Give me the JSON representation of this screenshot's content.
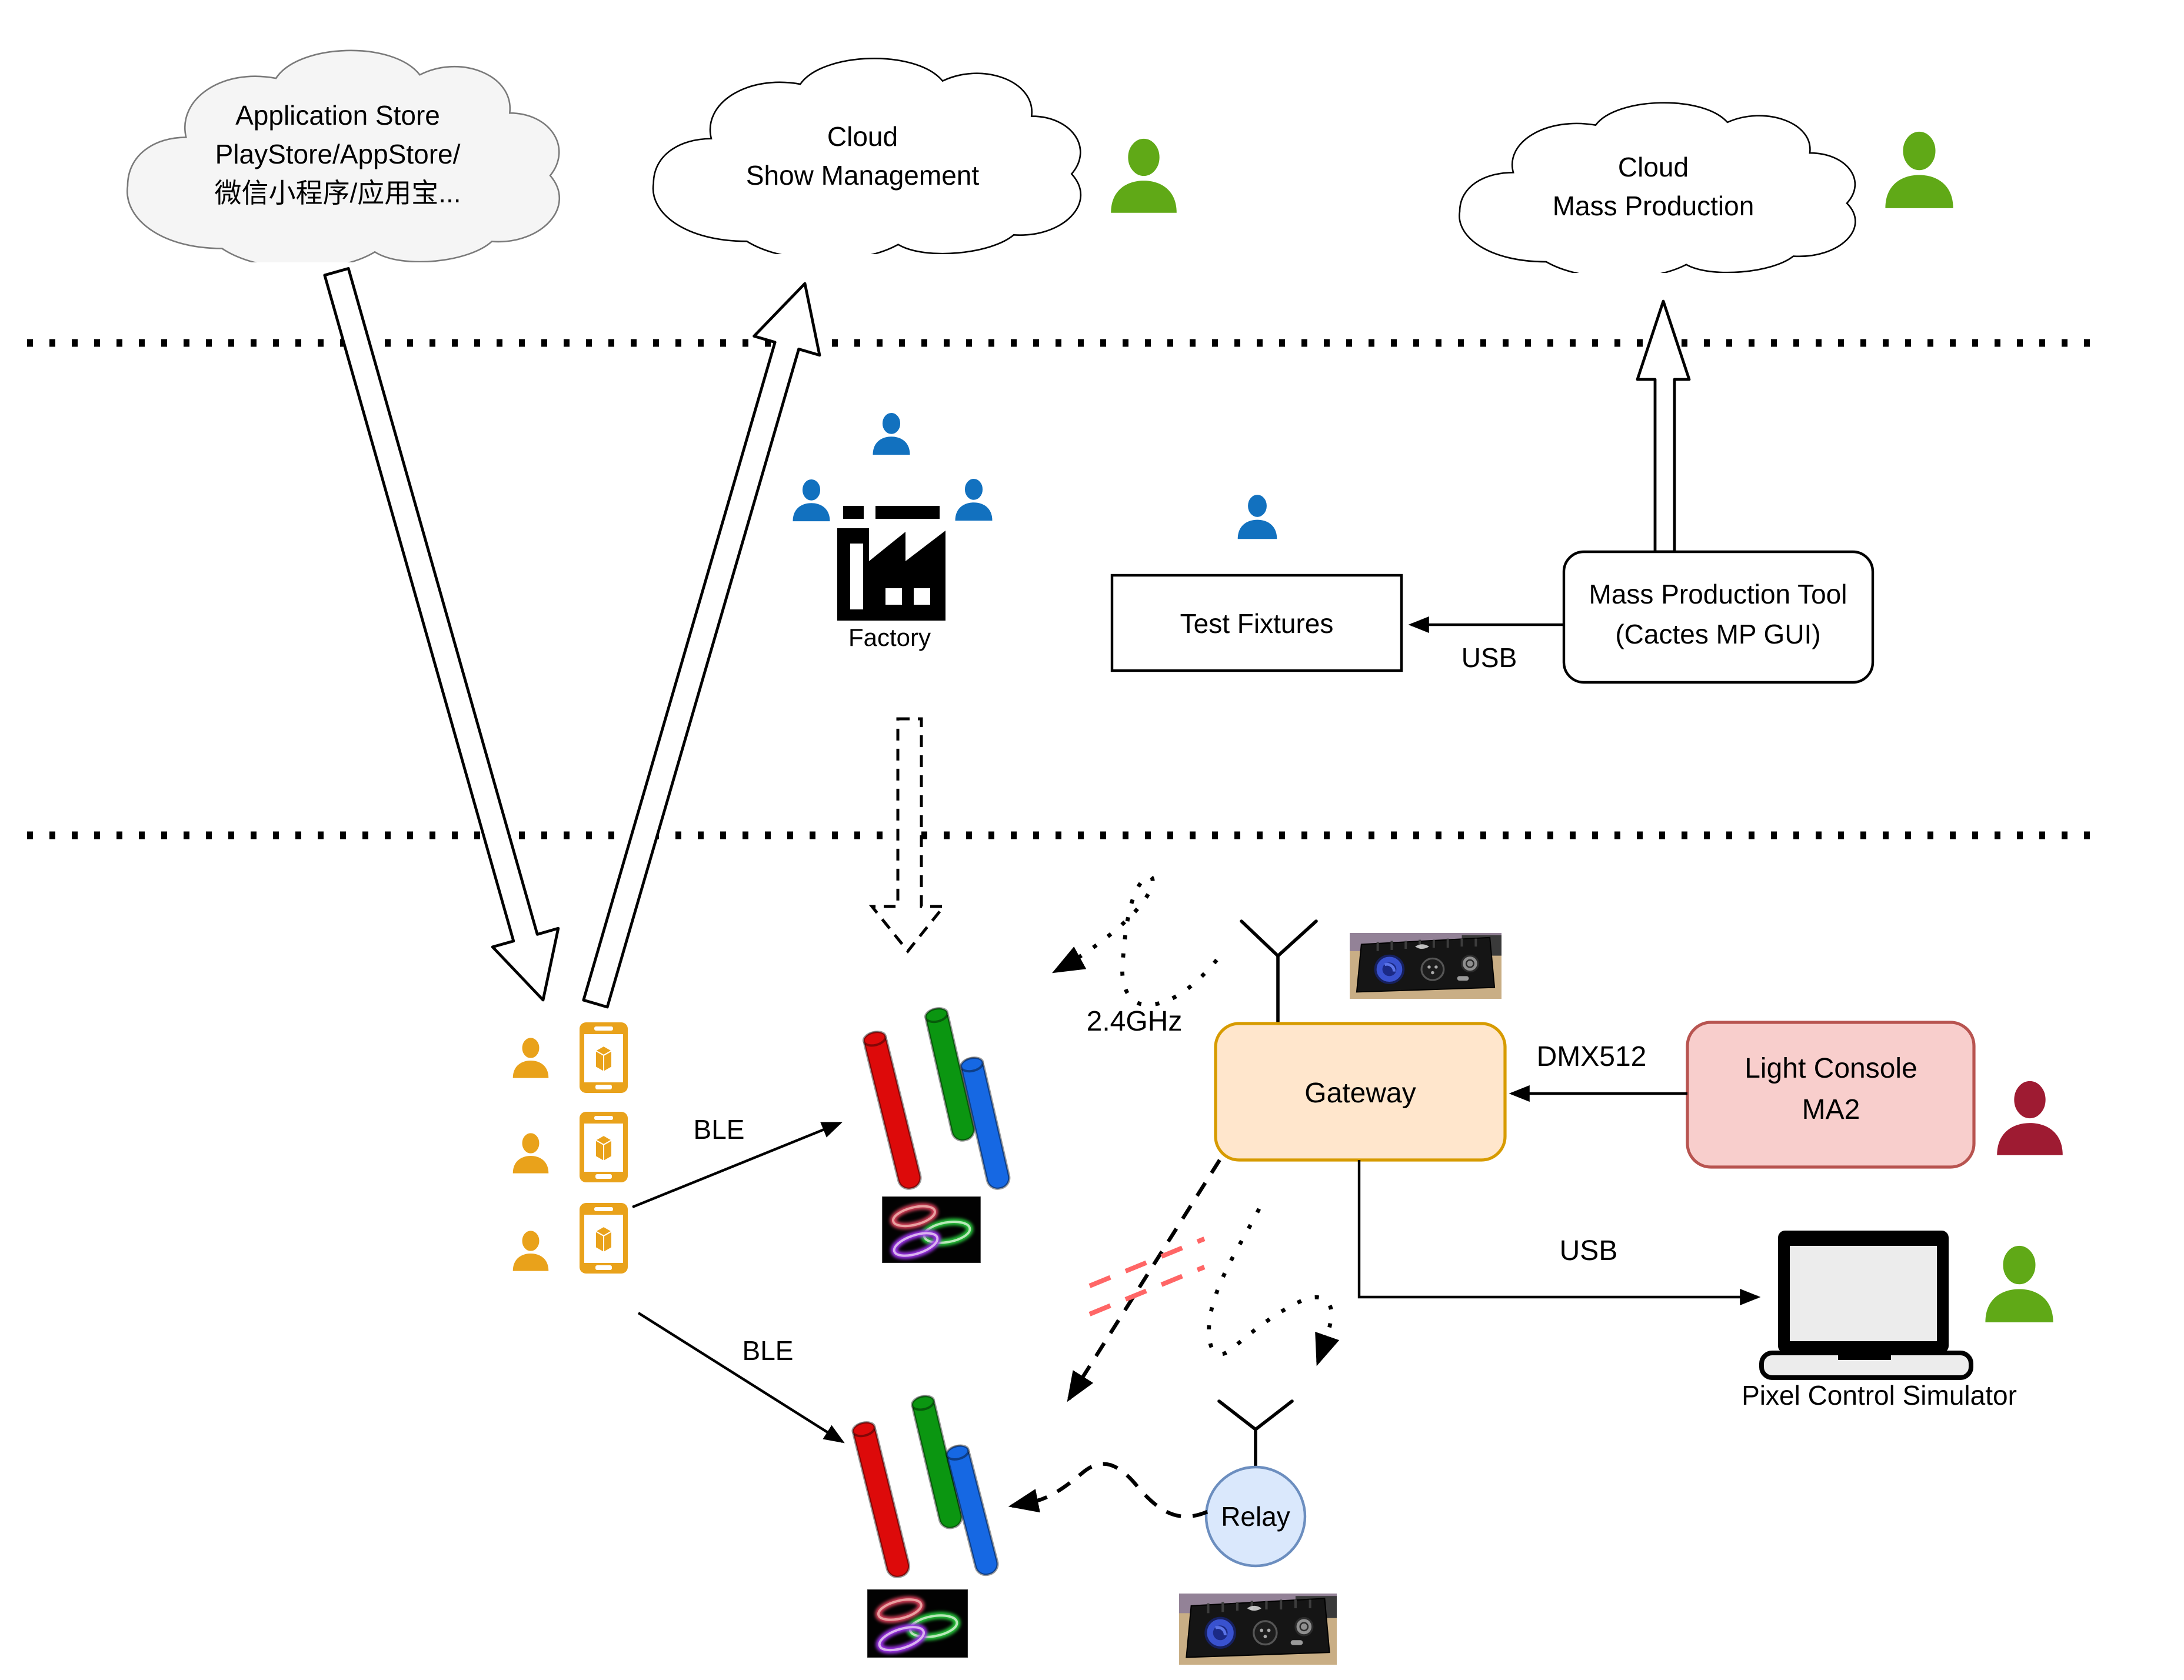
{
  "clouds": {
    "app_store": {
      "line1": "Application Store",
      "line2": "PlayStore/AppStore/",
      "line3": "微信小程序/应用宝..."
    },
    "show_mgmt": {
      "line1": "Cloud",
      "line2": "Show Management"
    },
    "mass_prod": {
      "line1": "Cloud",
      "line2": "Mass Production"
    }
  },
  "nodes": {
    "factory": "Factory",
    "test_fixtures": "Test Fixtures",
    "mp_tool1": "Mass Production Tool",
    "mp_tool2": "(Cactes MP GUI)",
    "gateway": "Gateway",
    "console1": "Light Console",
    "console2": "MA2",
    "relay": "Relay",
    "pixel_sim": "Pixel Control Simulator"
  },
  "edge_labels": {
    "usb_top": "USB",
    "usb_bottom": "USB",
    "dmx": "DMX512",
    "freq": "2.4GHz",
    "ble_top": "BLE",
    "ble_bottom": "BLE"
  },
  "icons": {
    "user-icon": "person silhouette",
    "factory-icon": "factory building",
    "phone-icon": "smartphone with 3d-cube app",
    "antenna-icon": "radio antenna",
    "laptop-icon": "laptop computer",
    "glow-stick-icon": "LED glow stick",
    "bracelet-photo": "photo of glowing LED wristbands",
    "dmx-device-photo": "photo of DMX gateway hardware box"
  },
  "colors": {
    "cloud_app_fill": "#F5F5F5",
    "cloud_white_fill": "#FFFFFF",
    "gateway_fill": "#FFE6CC",
    "gateway_stroke": "#D79B00",
    "console_fill": "#F8CECC",
    "console_stroke": "#B85450",
    "relay_fill": "#DAE8FC",
    "relay_stroke": "#6C8EBF",
    "person_green": "#60A917",
    "person_blue": "#1271BF",
    "person_orange": "#E9A21B",
    "person_darkred": "#9E1B32",
    "phone_orange": "#E9A21B",
    "stick_red": "#DD0A0A",
    "stick_green": "#0B9611",
    "stick_blue": "#1668E3",
    "interference_red": "#FF6666"
  }
}
